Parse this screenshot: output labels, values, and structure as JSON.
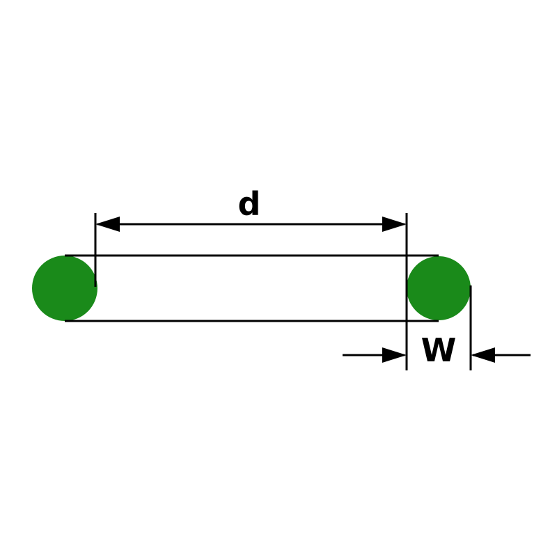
{
  "diagram": {
    "type": "technical-dimension-drawing",
    "subject": "O-ring side view with dimension callouts",
    "labels": {
      "inner_diameter": "d",
      "cross_section_width": "W"
    },
    "colors": {
      "ring_fill": "#1a8a1a",
      "line": "#000000",
      "background": "#ffffff"
    }
  }
}
